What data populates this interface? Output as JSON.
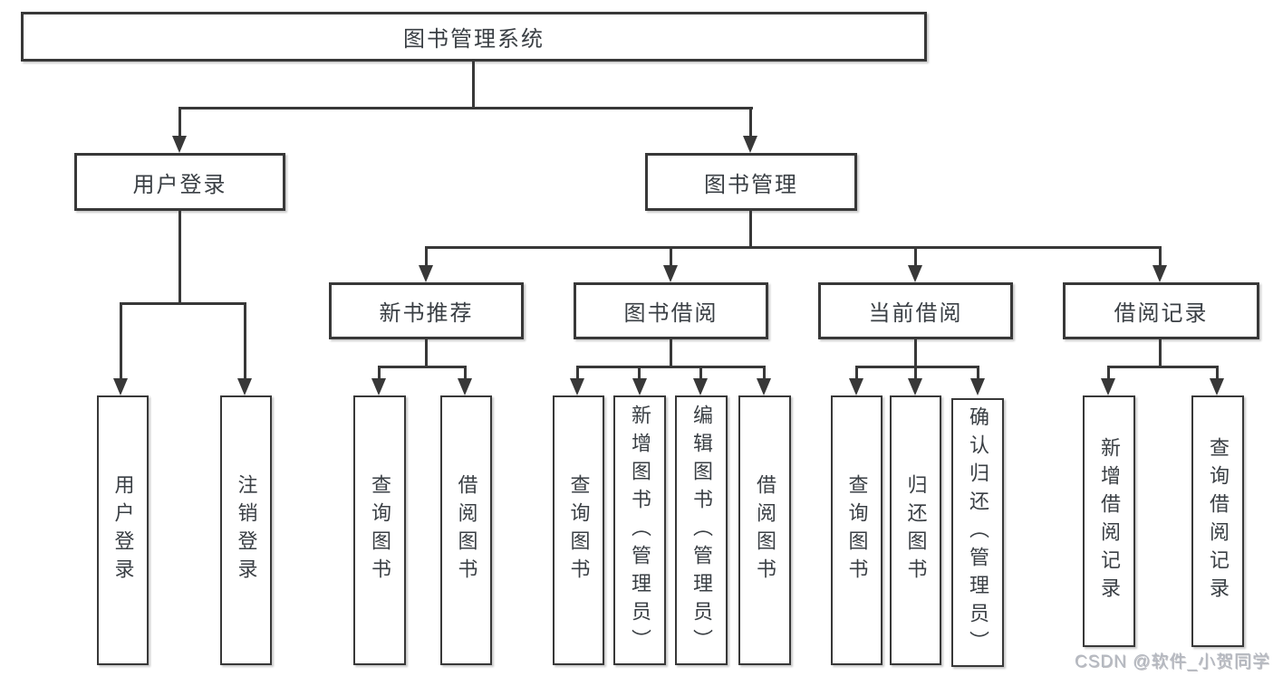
{
  "diagram": {
    "title": "图书管理系统",
    "root": {
      "label": "图书管理系统"
    },
    "level2": [
      {
        "id": "user-login",
        "label": "用户登录"
      },
      {
        "id": "book-management",
        "label": "图书管理"
      }
    ],
    "level3": [
      {
        "id": "new-book-recommend",
        "label": "新书推荐"
      },
      {
        "id": "book-borrow",
        "label": "图书借阅"
      },
      {
        "id": "current-borrow",
        "label": "当前借阅"
      },
      {
        "id": "borrow-records",
        "label": "借阅记录"
      }
    ],
    "level4": {
      "user_login": [
        "用户登录",
        "注销登录"
      ],
      "new_book": [
        "查询图书",
        "借阅图书"
      ],
      "book_borrow": [
        "查询图书",
        "新增图书（管理员）",
        "编辑图书（管理员）",
        "借阅图书"
      ],
      "current_borrow": [
        "查询图书",
        "归还图书",
        "确认归还（管理员）"
      ],
      "borrow_record": [
        "新增借阅记录",
        "查询借阅记录"
      ]
    }
  },
  "watermark": {
    "label": "CSDN @软件_小贺同学"
  },
  "colors": {
    "line": "#383838",
    "text": "#3a3f44",
    "box_background": "#ffffff",
    "watermark": "#b4b8c0",
    "page_background": "#ffffff"
  }
}
